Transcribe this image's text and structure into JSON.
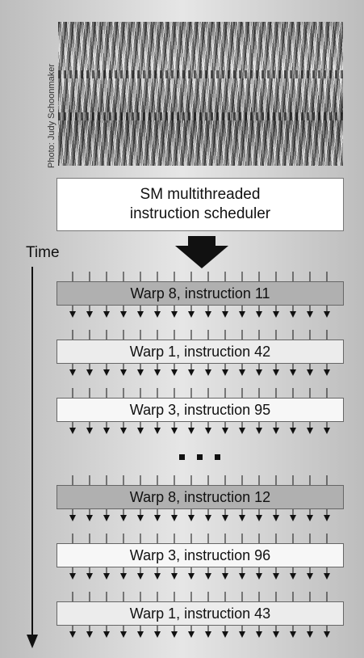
{
  "photo": {
    "credit": "Photo: Judy Schoonmaker"
  },
  "scheduler": {
    "label": "SM multithreaded\ninstruction scheduler"
  },
  "time_axis": {
    "label": "Time"
  },
  "warps": [
    {
      "label": "Warp 8, instruction 11",
      "shade": "dark"
    },
    {
      "label": "Warp 1, instruction 42",
      "shade": "light"
    },
    {
      "label": "Warp 3, instruction 95",
      "shade": "white"
    },
    {
      "label": "Warp 8, instruction 12",
      "shade": "dark"
    },
    {
      "label": "Warp 3, instruction 96",
      "shade": "white"
    },
    {
      "label": "Warp 1, instruction 43",
      "shade": "light"
    }
  ],
  "colors": {
    "dark_box": "#b0b0b0",
    "light_box": "#ececec",
    "white_box": "#f7f7f7",
    "arrow": "#111111"
  }
}
